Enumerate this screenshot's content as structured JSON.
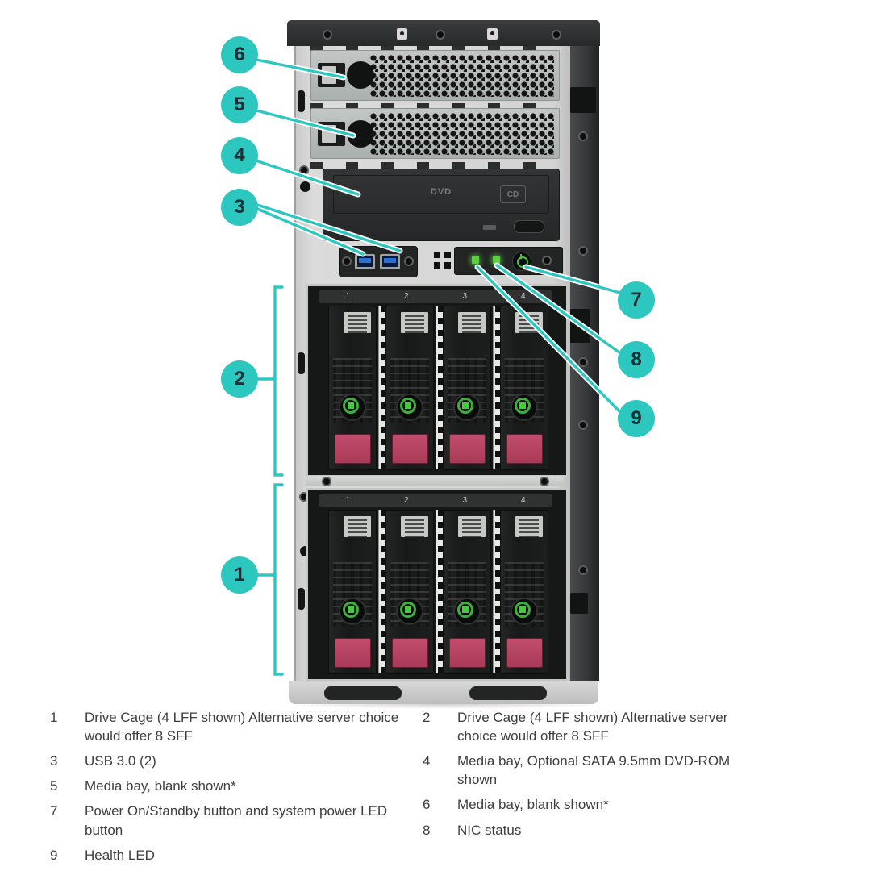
{
  "figure": {
    "subject": "HPE tower server front panel diagram",
    "accent_color": "#2cc8bf",
    "callout_text_color": "#1c2e36",
    "led_green": "#49c23c",
    "latch_magenta": "#b84564",
    "usb_blue": "#2a6fd6"
  },
  "callouts": [
    {
      "number": "1"
    },
    {
      "number": "2"
    },
    {
      "number": "3"
    },
    {
      "number": "4"
    },
    {
      "number": "5"
    },
    {
      "number": "6"
    },
    {
      "number": "7"
    },
    {
      "number": "8"
    },
    {
      "number": "9"
    }
  ],
  "drive_bays": [
    "1",
    "2",
    "3",
    "4"
  ],
  "dvd": {
    "logo": "DVD",
    "cd_logo": "CD"
  },
  "legend": {
    "left": [
      {
        "num": "1",
        "text": "Drive Cage (4 LFF shown) Alternative server choice would offer 8 SFF"
      },
      {
        "num": "3",
        "text": "USB 3.0 (2)"
      },
      {
        "num": "5",
        "text": "Media bay, blank shown*"
      },
      {
        "num": "7",
        "text": "Power On/Standby button and system power LED button"
      },
      {
        "num": "9",
        "text": "Health LED"
      }
    ],
    "right": [
      {
        "num": "2",
        "text": "Drive Cage (4 LFF shown) Alternative server choice would offer 8 SFF"
      },
      {
        "num": "4",
        "text": "Media bay, Optional SATA 9.5mm DVD-ROM shown"
      },
      {
        "num": "6",
        "text": "Media bay, blank shown*"
      },
      {
        "num": "8",
        "text": "NIC status"
      }
    ]
  }
}
